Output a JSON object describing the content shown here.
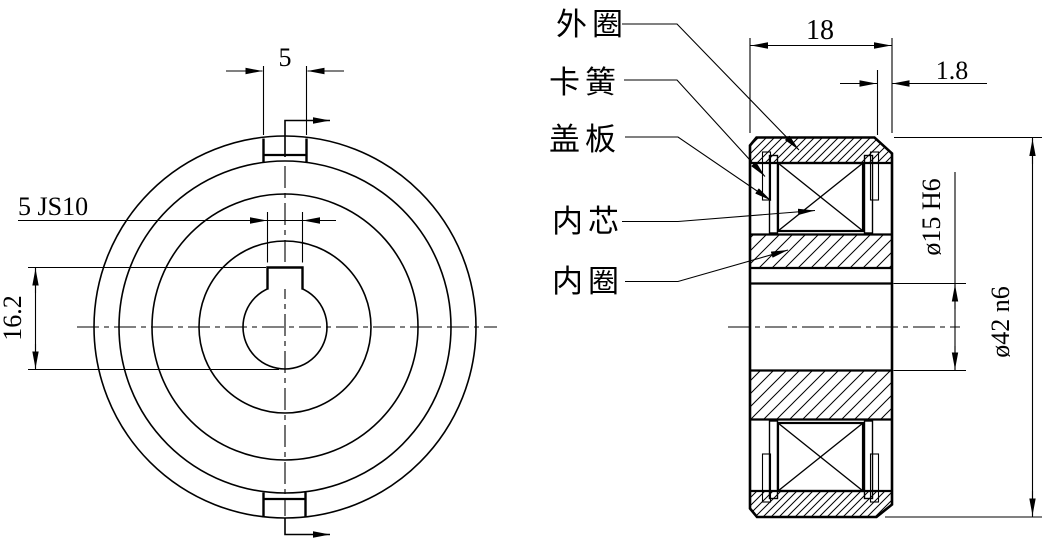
{
  "colors": {
    "line": "#000000",
    "background": "#ffffff"
  },
  "front_view": {
    "dim_slot_width": "5",
    "dim_keyway_width": "5 JS10",
    "dim_keyway_depth": "16.2"
  },
  "section_view": {
    "dim_overall_width": "18",
    "dim_snap_ring_offset": "1.8",
    "dim_bore_diameter": "ø15 H6",
    "dim_outer_diameter": "ø42 n6"
  },
  "part_labels": {
    "outer_ring": "外圈",
    "circlip": "卡簧",
    "cover_plate": "盖板",
    "inner_core": "内芯",
    "inner_ring": "内圈"
  }
}
